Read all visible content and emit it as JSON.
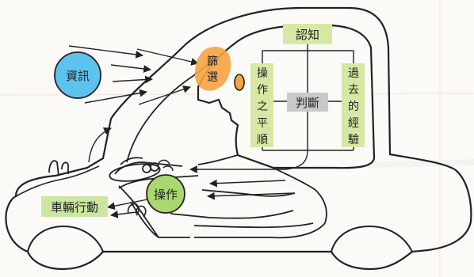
{
  "diagram": {
    "info_label": "資訊",
    "filter_label": [
      "篩",
      "選"
    ],
    "cognition_label": "認知",
    "judgment_label": "判斷",
    "skill_label": [
      "操",
      "作",
      "之",
      "平",
      "順"
    ],
    "experience_label": [
      "過",
      "去",
      "的",
      "經",
      "驗"
    ],
    "operation_label": "操作",
    "vehicle_action_label": "車輛行動"
  },
  "colors": {
    "info_circle": "#5cc3ee",
    "filter_blob": "#f6a341",
    "box_fill": "#d6e8a3",
    "judgment_fill": "#c9c9c9",
    "operation_circle": "#a9d86e",
    "vehicle_box": "#cbe6a0",
    "line": "#222222"
  },
  "icons": [
    "info-circle",
    "eye-icon",
    "steering-wheel-icon",
    "foot-pedal-icon",
    "hands-icon"
  ]
}
